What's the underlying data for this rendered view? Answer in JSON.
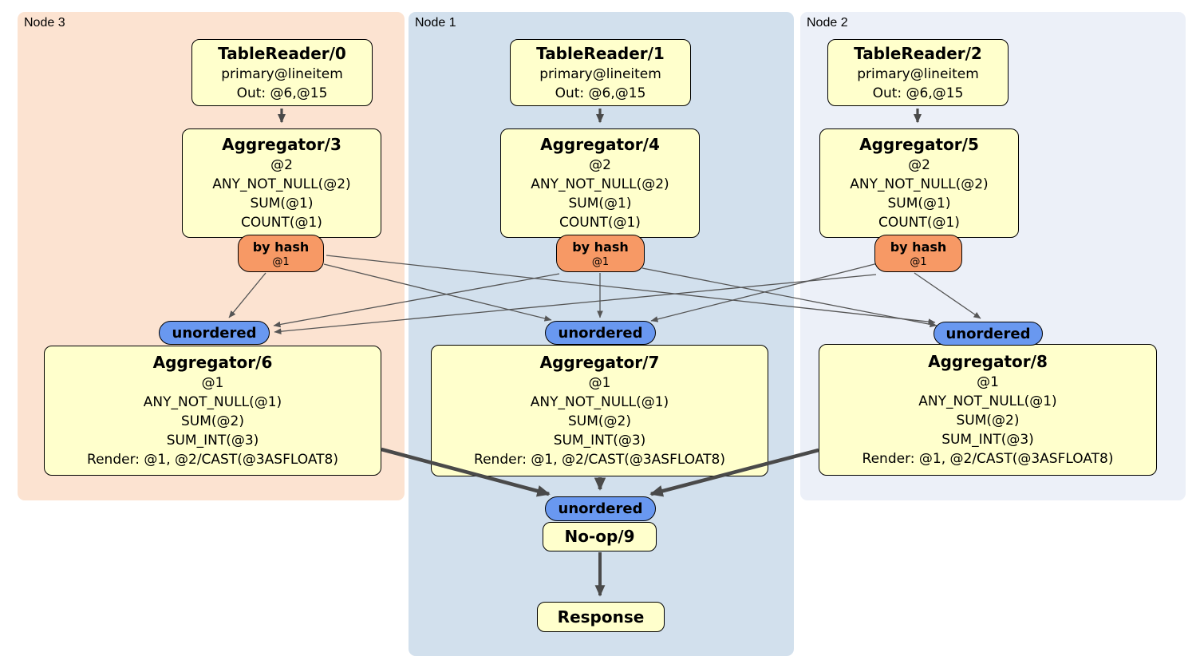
{
  "regions": {
    "node3": {
      "label": "Node 3",
      "color": "#fce3d1"
    },
    "node1": {
      "label": "Node 1",
      "color": "#d2e0ed"
    },
    "node2": {
      "label": "Node 2",
      "color": "#ecf0f8"
    }
  },
  "processors": {
    "tr0": {
      "title": "TableReader/0",
      "lines": [
        "primary@lineitem",
        "Out: @6,@15"
      ]
    },
    "tr1": {
      "title": "TableReader/1",
      "lines": [
        "primary@lineitem",
        "Out: @6,@15"
      ]
    },
    "tr2": {
      "title": "TableReader/2",
      "lines": [
        "primary@lineitem",
        "Out: @6,@15"
      ]
    },
    "agg3": {
      "title": "Aggregator/3",
      "lines": [
        "@2",
        "ANY_NOT_NULL(@2)",
        "SUM(@1)",
        "COUNT(@1)"
      ]
    },
    "agg4": {
      "title": "Aggregator/4",
      "lines": [
        "@2",
        "ANY_NOT_NULL(@2)",
        "SUM(@1)",
        "COUNT(@1)"
      ]
    },
    "agg5": {
      "title": "Aggregator/5",
      "lines": [
        "@2",
        "ANY_NOT_NULL(@2)",
        "SUM(@1)",
        "COUNT(@1)"
      ]
    },
    "agg6": {
      "title": "Aggregator/6",
      "lines": [
        "@1",
        "ANY_NOT_NULL(@1)",
        "SUM(@2)",
        "SUM_INT(@3)",
        "Render: @1, @2/CAST(@3ASFLOAT8)"
      ]
    },
    "agg7": {
      "title": "Aggregator/7",
      "lines": [
        "@1",
        "ANY_NOT_NULL(@1)",
        "SUM(@2)",
        "SUM_INT(@3)",
        "Render: @1, @2/CAST(@3ASFLOAT8)"
      ]
    },
    "agg8": {
      "title": "Aggregator/8",
      "lines": [
        "@1",
        "ANY_NOT_NULL(@1)",
        "SUM(@2)",
        "SUM_INT(@3)",
        "Render: @1, @2/CAST(@3ASFLOAT8)"
      ]
    },
    "noop9": {
      "title": "No-op/9"
    },
    "response": {
      "title": "Response"
    }
  },
  "router": {
    "label": "by hash",
    "detail": "@1"
  },
  "synchronizer": {
    "label": "unordered"
  },
  "colors": {
    "processor_fill": "#ffffcc",
    "router_fill": "#f79965",
    "synchronizer_fill": "#6998f0",
    "node_border": "#000000",
    "edge_thin": "#555555",
    "edge_thick": "#4a4a4a"
  }
}
